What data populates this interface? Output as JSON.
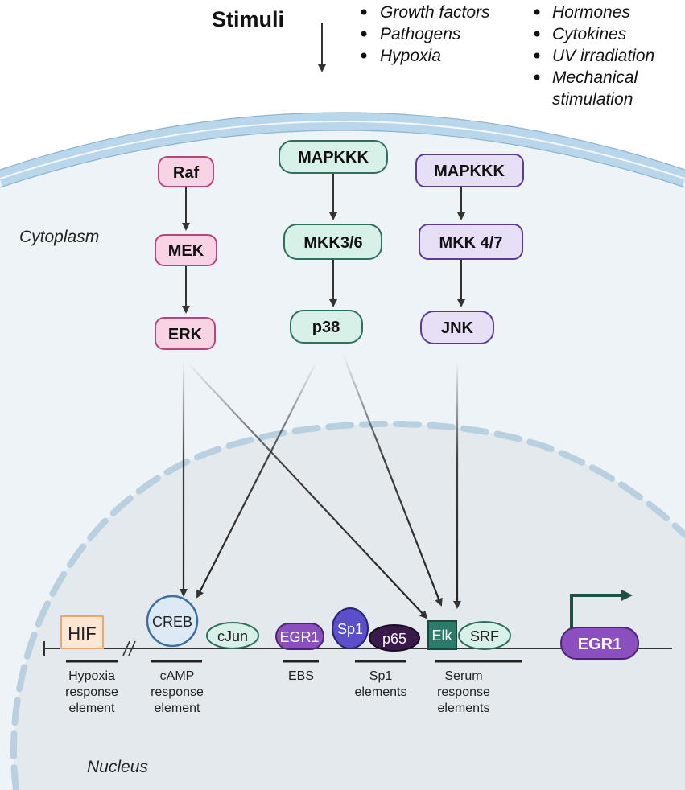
{
  "stimuli": {
    "title": "Stimuli",
    "list_left": [
      "Growth factors",
      "Pathogens",
      "Hypoxia"
    ],
    "list_right": [
      "Hormones",
      "Cytokines",
      "UV irradiation",
      "Mechanical",
      "stimulation"
    ]
  },
  "compartments": {
    "cytoplasm": "Cytoplasm",
    "nucleus": "Nucleus"
  },
  "pathways": {
    "erk": {
      "top": "Raf",
      "mid": "MEK",
      "bottom": "ERK"
    },
    "p38": {
      "top": "MAPKKK",
      "mid": "MKK3/6",
      "bottom": "p38"
    },
    "jnk": {
      "top": "MAPKKK",
      "mid": "MKK 4/7",
      "bottom": "JNK"
    }
  },
  "factors": {
    "hif": "HIF",
    "creb": "CREB",
    "cjun": "cJun",
    "egr1_small": "EGR1",
    "sp1": "Sp1",
    "p65": "p65",
    "elk": "Elk",
    "srf": "SRF",
    "egr1_gene": "EGR1"
  },
  "elements": {
    "hre": [
      "Hypoxia",
      "response",
      "element"
    ],
    "cre": [
      "cAMP",
      "response",
      "element"
    ],
    "ebs": [
      "EBS"
    ],
    "sp1": [
      "Sp1",
      "elements"
    ],
    "sre": [
      "Serum",
      "response",
      "elements"
    ]
  },
  "colors": {
    "erk_fill": "#f7d3e3",
    "erk_stroke": "#b5467d",
    "p38_fill": "#d7f0e8",
    "p38_stroke": "#2f6f5c",
    "jnk_fill": "#e6dff5",
    "jnk_stroke": "#5a3b96",
    "membrane": "#b9d6ea",
    "cytoplasm": "#eef3f8",
    "nucleus": "#e4e9ee"
  }
}
